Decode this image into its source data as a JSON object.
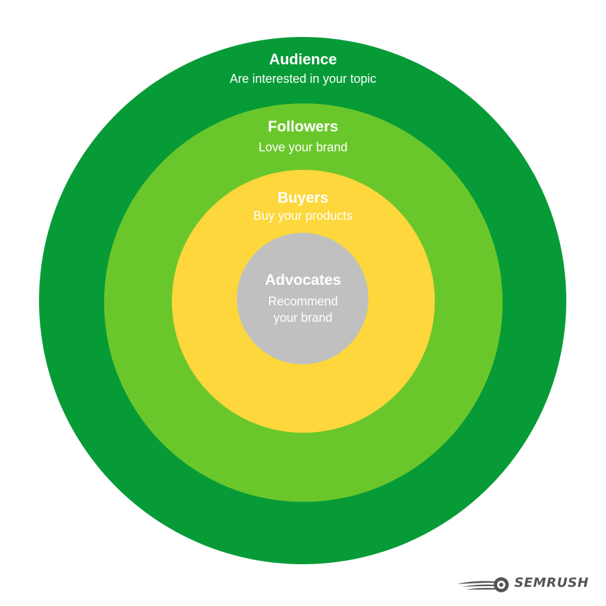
{
  "colors": {
    "audience": "#079b37",
    "followers": "#6ac72b",
    "buyers": "#fdd73c",
    "advocates": "#c0c0c0",
    "logo": "#555555"
  },
  "rings": {
    "audience": {
      "title": "Audience",
      "subtitle": "Are interested in your topic"
    },
    "followers": {
      "title": "Followers",
      "subtitle": "Love your brand"
    },
    "buyers": {
      "title": "Buyers",
      "subtitle": "Buy your products"
    },
    "advocates": {
      "title": "Advocates",
      "subtitle_line1": "Recommend",
      "subtitle_line2": "your brand"
    }
  },
  "logo": {
    "text": "SEMRUSH",
    "icon": "semrush-fireball-icon"
  }
}
